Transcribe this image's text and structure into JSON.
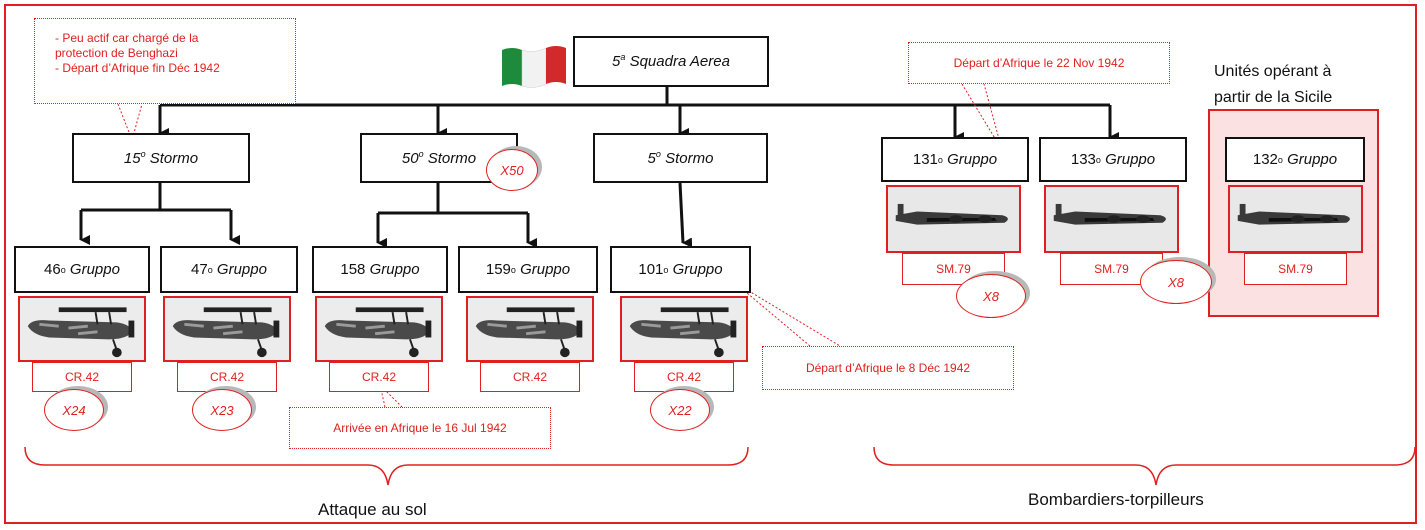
{
  "root": {
    "sup": "a",
    "label": "Squadra  Aerea",
    "num": "5"
  },
  "stormi": [
    {
      "num": "15",
      "sup": "o",
      "label": "Stormo"
    },
    {
      "num": "50",
      "sup": "o",
      "label": "Stormo"
    },
    {
      "num": "5",
      "sup": "o",
      "label": "Stormo"
    }
  ],
  "gruppi_top": [
    {
      "num": "131",
      "sup": "o",
      "label": "Gruppo",
      "aircraft": "SM.79"
    },
    {
      "num": "133",
      "sup": "o",
      "label": "Gruppo",
      "aircraft": "SM.79"
    },
    {
      "num": "132",
      "sup": "o",
      "label": "Gruppo",
      "aircraft": "SM.79"
    }
  ],
  "gruppi_bottom": [
    {
      "num": "46",
      "sup": "o",
      "label": "Gruppo",
      "aircraft": "CR.42"
    },
    {
      "num": "47",
      "sup": "o",
      "label": "Gruppo",
      "aircraft": "CR.42"
    },
    {
      "num": "158",
      "sup": "",
      "label": "Gruppo",
      "aircraft": "CR.42"
    },
    {
      "num": "159",
      "sup": "o",
      "label": "Gruppo",
      "aircraft": "CR.42"
    },
    {
      "num": "101",
      "sup": "o",
      "label": "Gruppo",
      "aircraft": "CR.42"
    }
  ],
  "counts": {
    "x50": "X50",
    "x24": "X24",
    "x23": "X23",
    "x22": "X22",
    "x8a": "X8",
    "x8b": "X8"
  },
  "notes": {
    "benghazi_1": "- Peu actif car chargé de la",
    "benghazi_2": "protection de Benghazi",
    "benghazi_3": "- Départ d’Afrique fin Déc 1942",
    "nov": "Départ d’Afrique le 22 Nov 1942",
    "dec8": "Départ d’Afrique le 8 Déc 1942",
    "jul": "Arrivée en Afrique le 16 Jul 1942"
  },
  "sicile_1": "Unités opérant à",
  "sicile_2": "partir de la Sicile",
  "group_attaque": "Attaque au sol",
  "group_bomb": "Bombardiers-torpilleurs",
  "colors": {
    "accent": "#e02020",
    "flag_green": "#1e8a3c",
    "flag_red": "#d22a2a"
  }
}
